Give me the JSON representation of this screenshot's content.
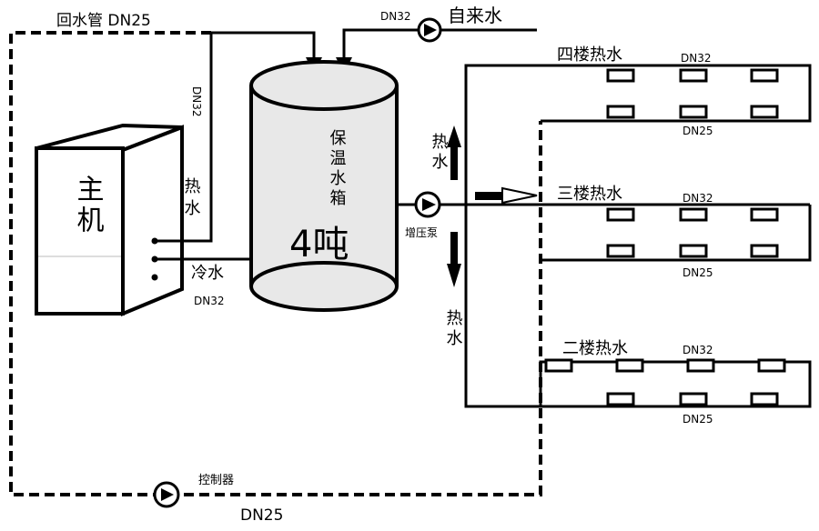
{
  "labels": {
    "return_pipe": "回水管 DN25",
    "tap_water": "自来水",
    "tap_pipe": "DN32",
    "riser_dn32": "DN32",
    "hot_water_left": "热水",
    "cold_water": "冷水",
    "cold_pipe": "DN32",
    "main_unit": "主机",
    "tank_name": "保温水箱",
    "tank_capacity": "4吨",
    "booster_pump": "增压泵",
    "hot_up": "热水",
    "hot_down": "热水",
    "controller": "控制器",
    "bottom_pipe": "DN25",
    "floor4": "四楼热水",
    "floor4_supply": "DN32",
    "floor4_return": "DN25",
    "floor3": "三楼热水",
    "floor3_supply": "DN32",
    "floor3_return": "DN25",
    "floor2": "二楼热水",
    "floor2_supply": "DN32",
    "floor2_return": "DN25"
  }
}
